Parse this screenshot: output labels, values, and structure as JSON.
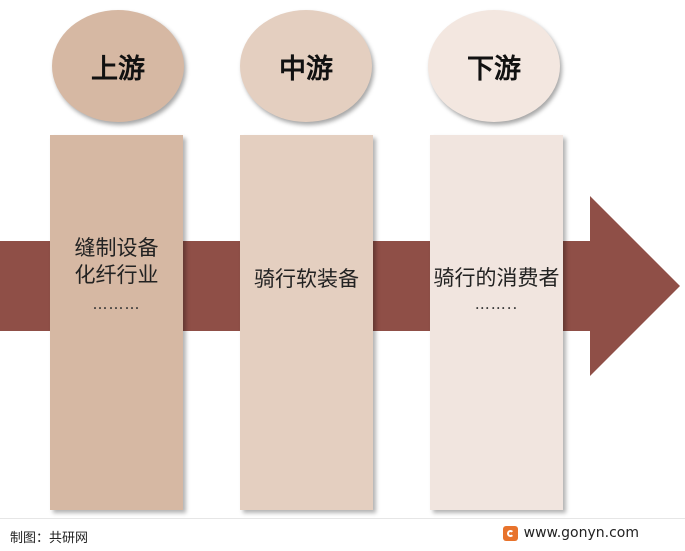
{
  "stages": [
    {
      "label": "上游",
      "items": "缝制设备\n化纤行业",
      "dots": "………",
      "circle_color": "#d6b8a3",
      "column_color": "#d6b8a3"
    },
    {
      "label": "中游",
      "items": "骑行软装备",
      "dots": "",
      "circle_color": "#e4cfc0",
      "column_color": "#e4cfc0"
    },
    {
      "label": "下游",
      "items": "骑行的消费者",
      "dots": "……..",
      "circle_color": "#f3e7e0",
      "column_color": "#f1e5df"
    }
  ],
  "colors": {
    "arrow": "#8f4f47"
  },
  "footer": {
    "source": "制图：共研网",
    "website": "www.gonyn.com",
    "logo_icon": "gonyn-logo-icon"
  }
}
